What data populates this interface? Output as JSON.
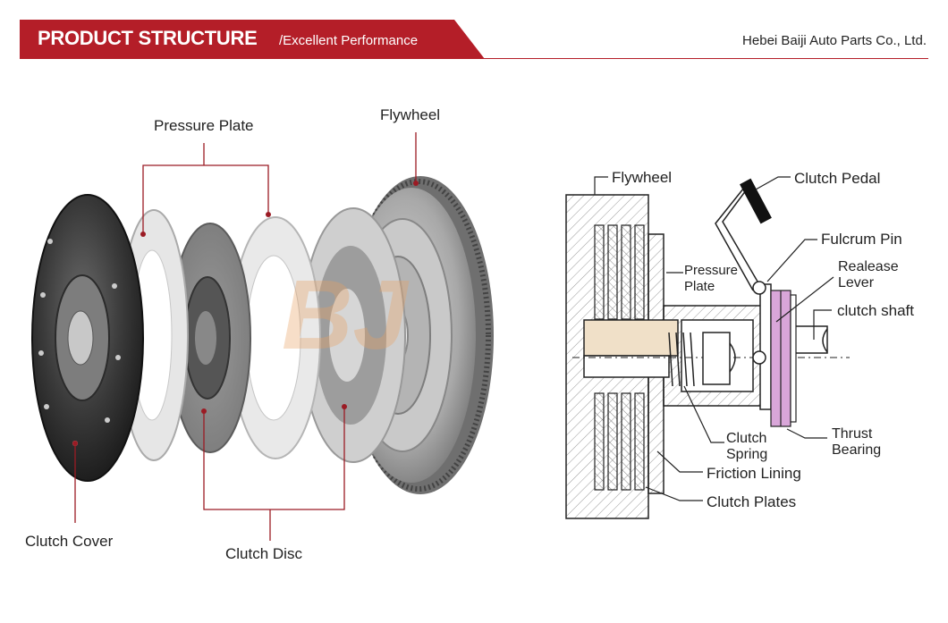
{
  "header": {
    "title": "PRODUCT STRUCTURE",
    "subtitle": "/Excellent Performance",
    "company": "Hebei Baiji Auto Parts Co., Ltd."
  },
  "photo_labels": {
    "pressure_plate": "Pressure Plate",
    "flywheel": "Flywheel",
    "clutch_cover": "Clutch Cover",
    "clutch_disc": "Clutch Disc"
  },
  "diagram_labels": {
    "flywheel": "Flywheel",
    "clutch_pedal": "Clutch Pedal",
    "fulcrum_pin": "Fulcrum Pin",
    "release_lever_1": "Realease",
    "release_lever_2": "Lever",
    "clutch_shaft": "clutch shaft",
    "pressure_plate_1": "Pressure",
    "pressure_plate_2": "Plate",
    "clutch_spring_1": "Clutch",
    "clutch_spring_2": "Spring",
    "thrust_bearing_1": "Thrust",
    "thrust_bearing_2": "Bearing",
    "friction_lining": "Friction Lining",
    "clutch_plates": "Clutch Plates"
  },
  "colors": {
    "brand_red": "#b41e28",
    "callout_line": "#9b1b24",
    "thrust_bearing": "#d9a6d9",
    "watermark": "#e8a060"
  }
}
